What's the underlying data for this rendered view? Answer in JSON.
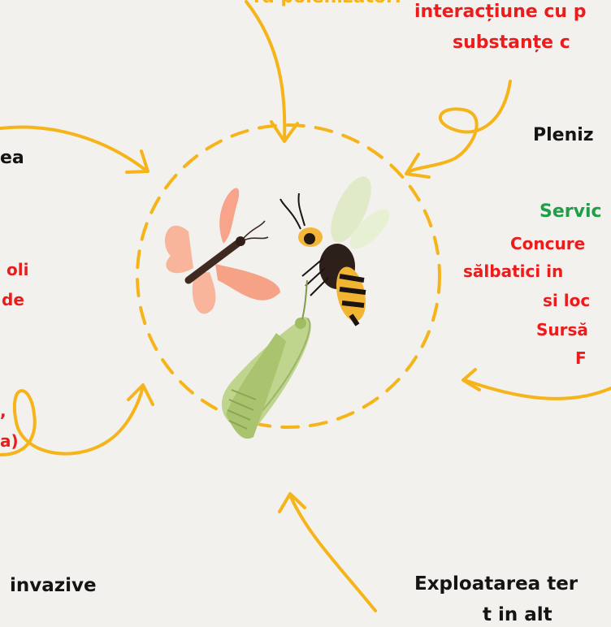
{
  "texts": {
    "top_left_yellow": "ra polenizatori",
    "top_right_red_1": "interacțiune cu p",
    "top_right_red_2": "substanțe c",
    "right_heading": "Pleniz",
    "right_green": "Servic",
    "right_red_1": "Concure",
    "right_red_2": "sălbatici in",
    "right_red_3": "si loc",
    "right_red_4": "Sursă",
    "right_red_5": "F",
    "left_heading": "ea",
    "left_red_1": "oli",
    "left_red_2": "de",
    "left_red_3": ",",
    "left_red_4": "a)",
    "bottom_left": "invazive",
    "bottom_right_1": "Exploatarea ter",
    "bottom_right_2": "t in alt"
  },
  "colors": {
    "background": "#f3f1ee",
    "accent_yellow": "#f5b51a",
    "text_red": "#ea1c1c",
    "text_green": "#1e9e46",
    "text_black": "#141414"
  },
  "illustrations": [
    "butterfly-illustration",
    "bee-illustration",
    "cicada-illustration"
  ]
}
